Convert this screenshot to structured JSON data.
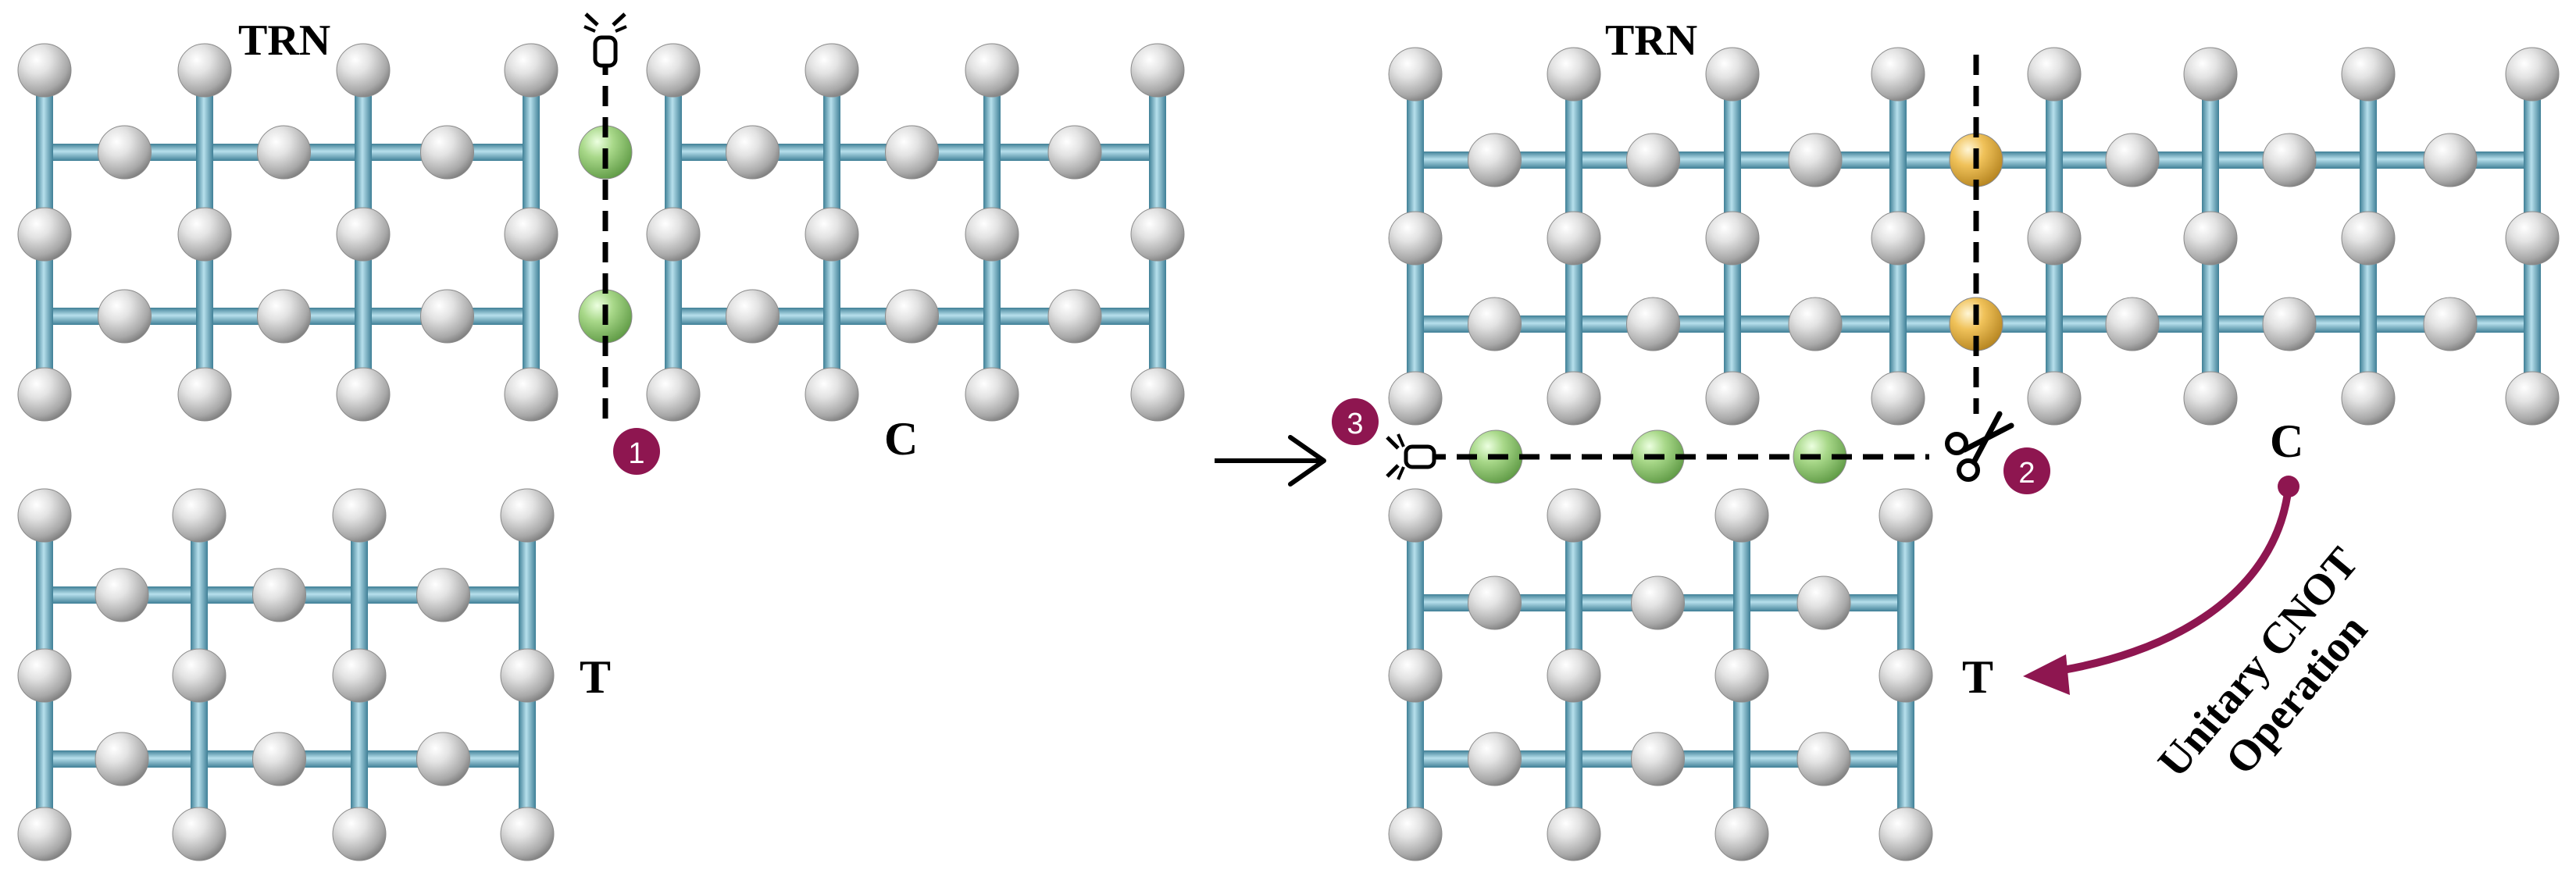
{
  "labels": {
    "trn_left": "TRN",
    "trn_right": "TRN",
    "c_left": "C",
    "c_right": "C",
    "t_left": "T",
    "t_right": "T",
    "step1": "1",
    "step2": "2",
    "step3": "3",
    "arrow_line1": "Unitary CNOT",
    "arrow_line2": "Operation"
  },
  "colors": {
    "bond": "#5a9db5",
    "bond_highlight": "#a9d5e3",
    "sphere_gray": "#c7c7c7",
    "sphere_green": "#9fd07a",
    "sphere_yellow": "#e8b94b",
    "badge": "#8e1650",
    "arrow": "#8e1650"
  },
  "icons": {
    "zipper": "zipper-icon",
    "scissors": "scissors-icon",
    "transition_arrow": "arrow-right-icon"
  }
}
